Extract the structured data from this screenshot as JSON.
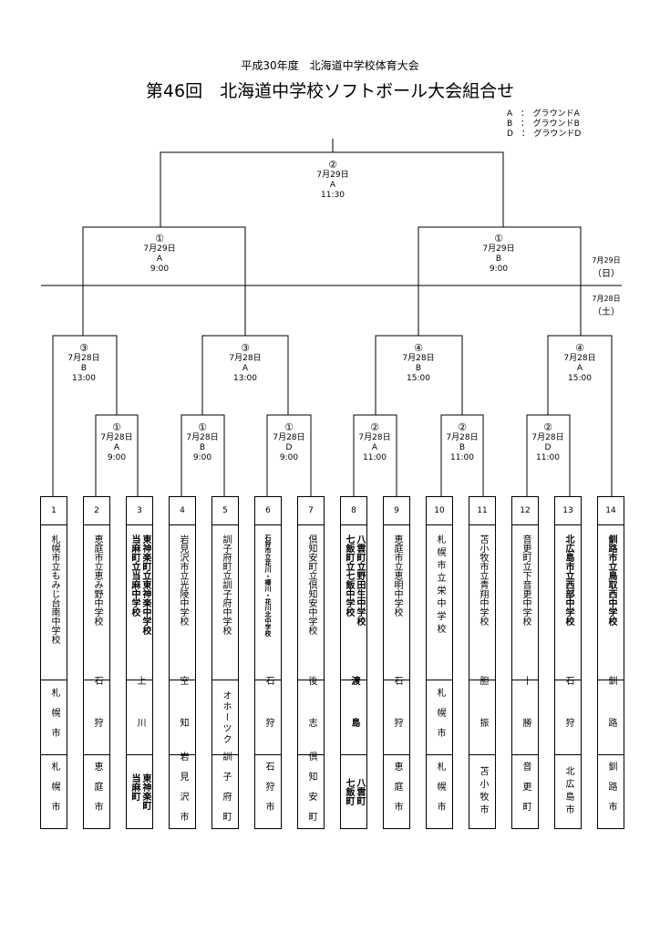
{
  "header": {
    "subtitle": "平成30年度　北海道中学校体育大会",
    "title": "第46回　北海道中学校ソフトボール大会組合せ"
  },
  "legend": [
    "A　：　グラウンドA",
    "B　：　グラウンドB",
    "D　：　グラウンドD"
  ],
  "day_labels": {
    "day29": {
      "date": "7月29日",
      "dow": "（日）"
    },
    "day28": {
      "date": "7月28日",
      "dow": "（土）"
    }
  },
  "matches": {
    "final": {
      "num": "②",
      "date": "7月29日",
      "ground": "A",
      "time": "11:30"
    },
    "semi_left": {
      "num": "①",
      "date": "7月29日",
      "ground": "A",
      "time": "9:00"
    },
    "semi_right": {
      "num": "①",
      "date": "7月29日",
      "ground": "B",
      "time": "9:00"
    },
    "qf1": {
      "num": "③",
      "date": "7月28日",
      "ground": "B",
      "time": "13:00"
    },
    "qf2": {
      "num": "③",
      "date": "7月28日",
      "ground": "A",
      "time": "13:00"
    },
    "qf3": {
      "num": "④",
      "date": "7月28日",
      "ground": "B",
      "time": "15:00"
    },
    "qf4": {
      "num": "④",
      "date": "7月28日",
      "ground": "A",
      "time": "15:00"
    },
    "r1_a": {
      "num": "①",
      "date": "7月28日",
      "ground": "A",
      "time": "9:00"
    },
    "r1_b": {
      "num": "①",
      "date": "7月28日",
      "ground": "B",
      "time": "9:00"
    },
    "r1_c": {
      "num": "①",
      "date": "7月28日",
      "ground": "D",
      "time": "9:00"
    },
    "r1_d": {
      "num": "②",
      "date": "7月28日",
      "ground": "A",
      "time": "11:00"
    },
    "r1_e": {
      "num": "②",
      "date": "7月28日",
      "ground": "B",
      "time": "11:00"
    },
    "r1_f": {
      "num": "②",
      "date": "7月28日",
      "ground": "D",
      "time": "11:00"
    }
  },
  "teams": [
    {
      "num": "1",
      "name": "札幌市立もみじ台南中学校",
      "region": "札幌市",
      "city": "札幌市"
    },
    {
      "num": "2",
      "name": "恵庭市立恵み野中学校",
      "region": "石狩",
      "city": "恵庭市"
    },
    {
      "num": "3",
      "name": "東神楽町立東神楽中学校\n当麻町立当麻中学校",
      "region": "上川",
      "city": "東神楽町\n当麻町"
    },
    {
      "num": "4",
      "name": "岩見沢市立光陵中学校",
      "region": "空知",
      "city": "岩見沢市"
    },
    {
      "num": "5",
      "name": "訓子府町立訓子府中学校",
      "region": "オホーツク",
      "city": "訓子府町"
    },
    {
      "num": "6",
      "name": "石狩市立花川・樽川・花川北中学校",
      "region": "石狩",
      "city": "石狩市"
    },
    {
      "num": "7",
      "name": "倶知安町立倶知安中学校",
      "region": "後志",
      "city": "倶知安町"
    },
    {
      "num": "8",
      "name": "八雲町立野田生中学校\n七飯町立七飯中学校",
      "region": "渡島",
      "city": "八雲町\n七飯町"
    },
    {
      "num": "9",
      "name": "恵庭市立恵明中学校",
      "region": "石狩",
      "city": "恵庭市"
    },
    {
      "num": "10",
      "name": "札幌市立栄中学校",
      "region": "札幌市",
      "city": "札幌市"
    },
    {
      "num": "11",
      "name": "苫小牧市立青翔中学校",
      "region": "胆振",
      "city": "苫小牧市"
    },
    {
      "num": "12",
      "name": "音更町立下音更中学校",
      "region": "十勝",
      "city": "音更町"
    },
    {
      "num": "13",
      "name": "北広島市立西部中学校",
      "region": "石狩",
      "city": "北広島市"
    },
    {
      "num": "14",
      "name": "釧路市立鳥取西中学校",
      "region": "釧路",
      "city": "釧路市"
    }
  ]
}
